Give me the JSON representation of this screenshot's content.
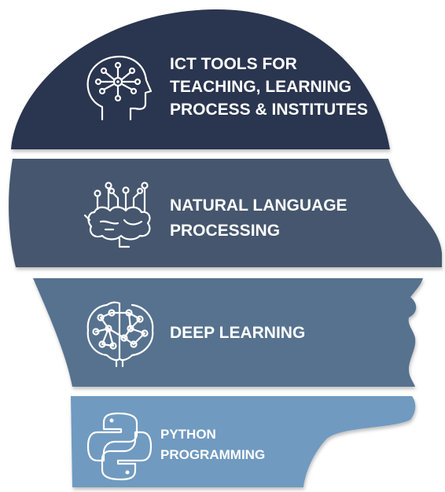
{
  "layers": [
    {
      "id": "ict-tools",
      "lines": [
        "ICT TOOLS FOR",
        "TEACHING, LEARNING",
        "PROCESS & INSTITUTES"
      ],
      "color": "#2b3550",
      "icon": "head-network-icon"
    },
    {
      "id": "nlp",
      "lines": [
        "NATURAL LANGUAGE",
        "PROCESSING"
      ],
      "color": "#44566e",
      "icon": "brain-circuit-icon"
    },
    {
      "id": "deep-learning",
      "lines": [
        "DEEP LEARNING"
      ],
      "color": "#56728f",
      "icon": "neural-brain-icon"
    },
    {
      "id": "python",
      "lines": [
        "PYTHON",
        "PROGRAMMING"
      ],
      "color": "#6f9ac0",
      "icon": "python-logo-icon"
    }
  ]
}
